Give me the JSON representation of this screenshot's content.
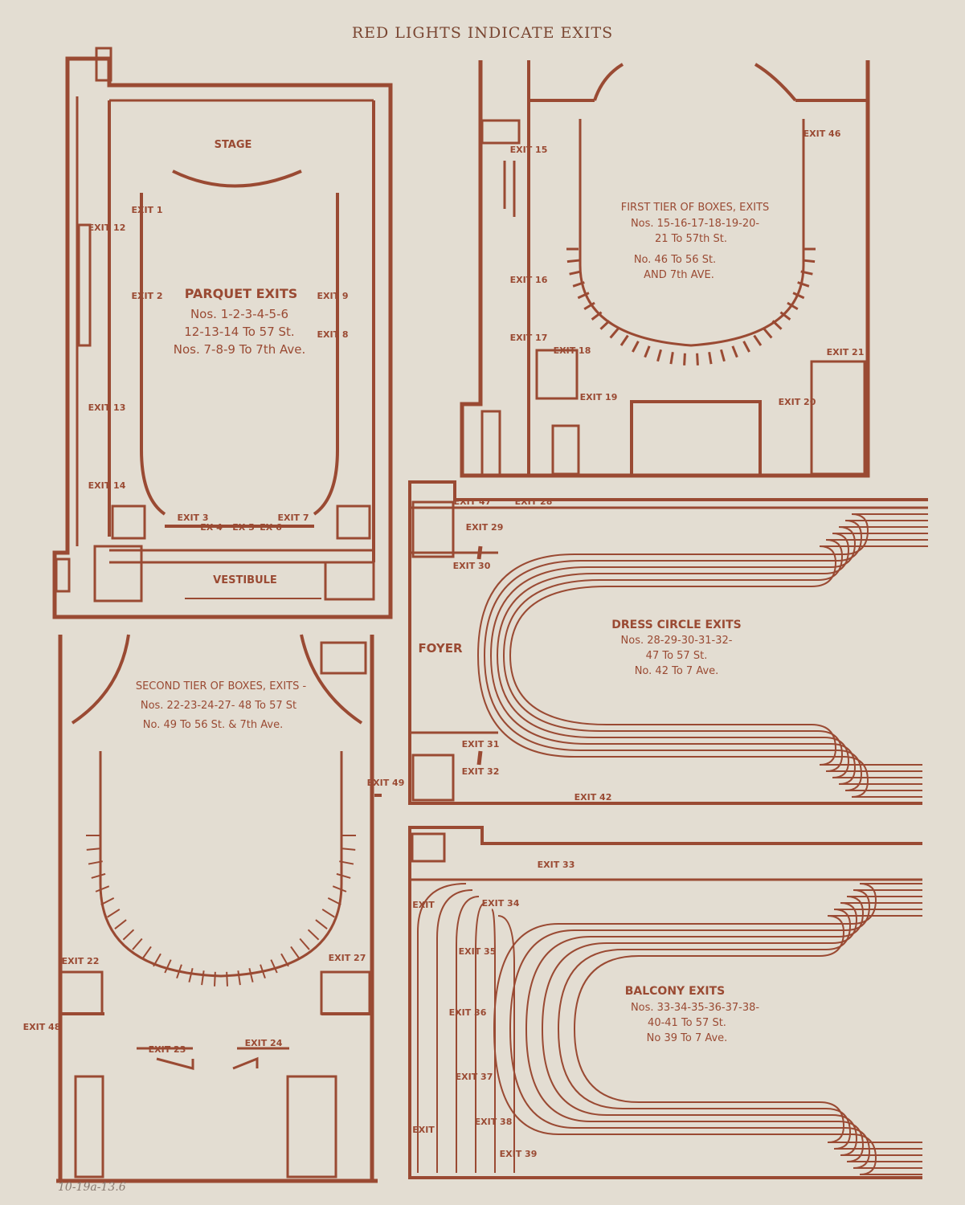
{
  "page_title": "RED LIGHTS INDICATE EXITS",
  "bottom_note": "10-19a-13.6",
  "parquet": {
    "stage": "STAGE",
    "vestibule": "VESTIBULE",
    "title": "PARQUET EXITS",
    "line1": "Nos. 1-2-3-4-5-6",
    "line2": "12-13-14 To 57 St.",
    "line3": "Nos. 7-8-9 To 7th Ave.",
    "exits": [
      "EXIT 1",
      "EXIT 2",
      "EXIT 3",
      "EX 4",
      "EX 5",
      "EX 6",
      "EXIT 7",
      "EXIT 8",
      "EXIT 9",
      "EXIT 12",
      "EXIT 13",
      "EXIT 14"
    ]
  },
  "first_tier": {
    "title": "FIRST TIER OF BOXES, EXITS",
    "line1": "Nos. 15-16-17-18-19-20-",
    "line2": "21 To 57th St.",
    "line3": "No. 46 To 56 St.",
    "line4": "AND 7th AVE.",
    "exits": [
      "EXIT 15",
      "EXIT 16",
      "EXIT 17",
      "EXIT 18",
      "EXIT 19",
      "EXIT 20",
      "EXIT 21",
      "EXIT 46"
    ]
  },
  "dress_circle": {
    "foyer": "FOYER",
    "title": "DRESS CIRCLE EXITS",
    "line1": "Nos. 28-29-30-31-32-",
    "line2": "47 To 57 St.",
    "line3": "No. 42 To 7 Ave.",
    "exits": [
      "EXIT 47",
      "EXIT 28",
      "EXIT 29",
      "EXIT 30",
      "EXIT 31",
      "EXIT 32",
      "EXIT 42"
    ]
  },
  "second_tier": {
    "title": "SECOND TIER OF BOXES, EXITS -",
    "line1": "Nos. 22-23-24-27- 48 To 57 St",
    "line2": "No. 49 To 56 St. & 7th Ave.",
    "exits": [
      "EXIT 49",
      "EXIT 22",
      "EXIT 27",
      "EXIT 48",
      "EXIT 23",
      "EXIT 24"
    ]
  },
  "balcony": {
    "title": "BALCONY EXITS",
    "line1": "Nos. 33-34-35-36-37-38-",
    "line2": "40-41 To 57 St.",
    "line3": "No 39 To 7 Ave.",
    "exits": [
      "EXIT",
      "EXIT 33",
      "EXIT 34",
      "EXIT 35",
      "EXIT 36",
      "EXIT 37",
      "EXIT 38",
      "EXIT 39",
      "EXIT"
    ]
  },
  "colors": {
    "ink": "#9a4a33",
    "paper": "#e3ddd2"
  }
}
